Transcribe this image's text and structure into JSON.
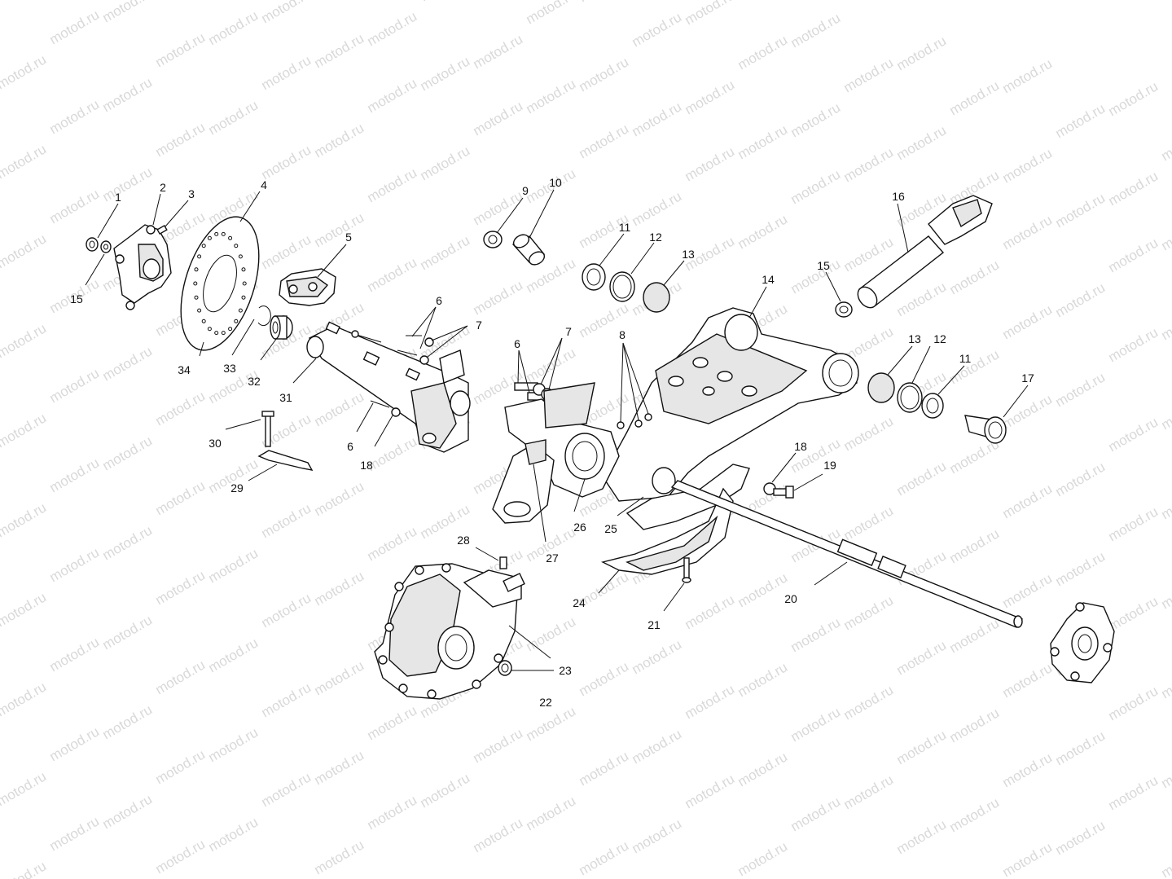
{
  "watermark": {
    "text": "motod.ru"
  },
  "callouts": [
    {
      "id": "c1",
      "label": "1"
    },
    {
      "id": "c2",
      "label": "2"
    },
    {
      "id": "c3",
      "label": "3"
    },
    {
      "id": "c4",
      "label": "4"
    },
    {
      "id": "c5",
      "label": "5"
    },
    {
      "id": "c6a",
      "label": "6"
    },
    {
      "id": "c6b",
      "label": "6"
    },
    {
      "id": "c6c",
      "label": "6"
    },
    {
      "id": "c7a",
      "label": "7"
    },
    {
      "id": "c7b",
      "label": "7"
    },
    {
      "id": "c8",
      "label": "8"
    },
    {
      "id": "c9",
      "label": "9"
    },
    {
      "id": "c10",
      "label": "10"
    },
    {
      "id": "c11a",
      "label": "11"
    },
    {
      "id": "c11b",
      "label": "11"
    },
    {
      "id": "c12a",
      "label": "12"
    },
    {
      "id": "c12b",
      "label": "12"
    },
    {
      "id": "c13a",
      "label": "13"
    },
    {
      "id": "c13b",
      "label": "13"
    },
    {
      "id": "c14",
      "label": "14"
    },
    {
      "id": "c15a",
      "label": "15"
    },
    {
      "id": "c15b",
      "label": "15"
    },
    {
      "id": "c16",
      "label": "16"
    },
    {
      "id": "c17",
      "label": "17"
    },
    {
      "id": "c18a",
      "label": "18"
    },
    {
      "id": "c18b",
      "label": "18"
    },
    {
      "id": "c19",
      "label": "19"
    },
    {
      "id": "c20",
      "label": "20"
    },
    {
      "id": "c21",
      "label": "21"
    },
    {
      "id": "c22",
      "label": "22"
    },
    {
      "id": "c23",
      "label": "23"
    },
    {
      "id": "c24",
      "label": "24"
    },
    {
      "id": "c25",
      "label": "25"
    },
    {
      "id": "c26",
      "label": "26"
    },
    {
      "id": "c27",
      "label": "27"
    },
    {
      "id": "c28",
      "label": "28"
    },
    {
      "id": "c29",
      "label": "29"
    },
    {
      "id": "c30",
      "label": "30"
    },
    {
      "id": "c31",
      "label": "31"
    },
    {
      "id": "c32",
      "label": "32"
    },
    {
      "id": "c33",
      "label": "33"
    },
    {
      "id": "c34",
      "label": "34"
    }
  ]
}
